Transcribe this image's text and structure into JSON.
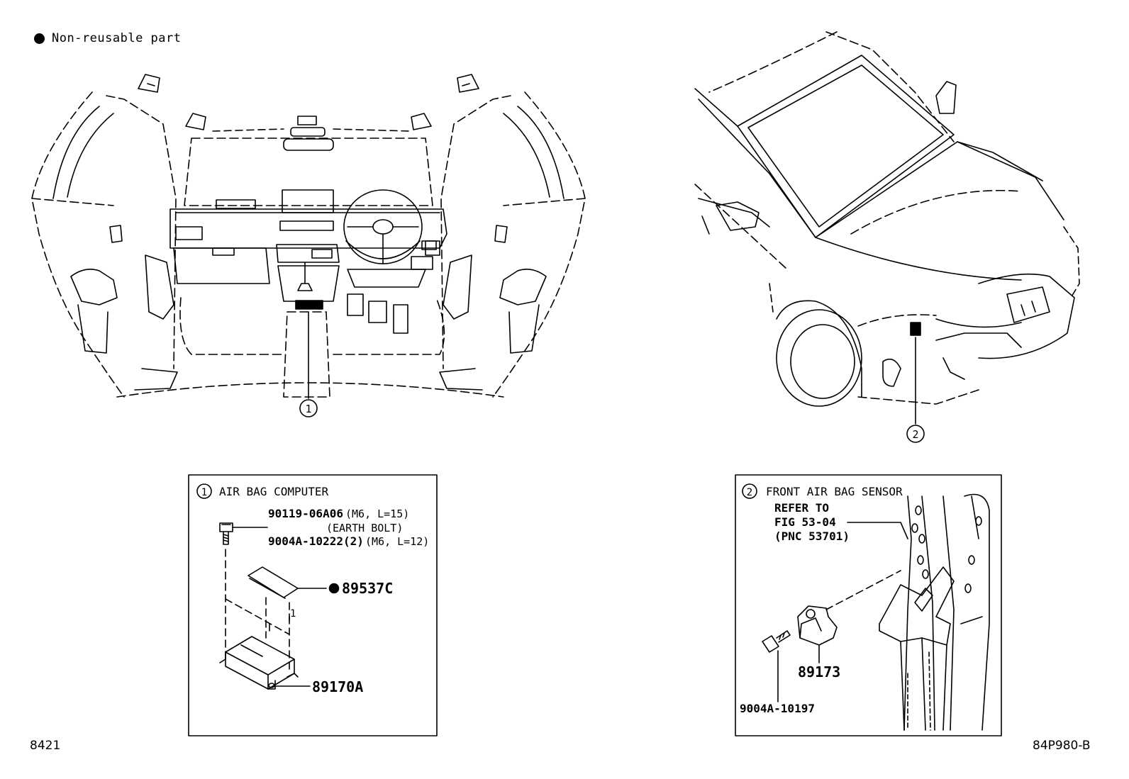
{
  "legend": {
    "text": "Non-reusable part"
  },
  "corner_left": "8421",
  "corner_right": "84P980-B",
  "callout_1": {
    "number": "1"
  },
  "callout_2": {
    "number": "2"
  },
  "box_1": {
    "title": "AIR BAG COMPUTER",
    "bolt_pn": "90119-06A06",
    "bolt_spec": "(M6, L=15)",
    "bolt_note": "(EARTH BOLT)",
    "bolt2_pn": "9004A-10222(2)",
    "bolt2_spec": "(M6, L=12)",
    "label_pn": "89537C",
    "computer_pn": "89170A",
    "dim": "1"
  },
  "box_2": {
    "title": "FRONT AIR BAG SENSOR",
    "ref_line1": "REFER TO",
    "ref_line2": "FIG 53-04",
    "ref_line3": "(PNC 53701)",
    "sensor_pn": "89173",
    "bolt_pn": "9004A-10197"
  }
}
